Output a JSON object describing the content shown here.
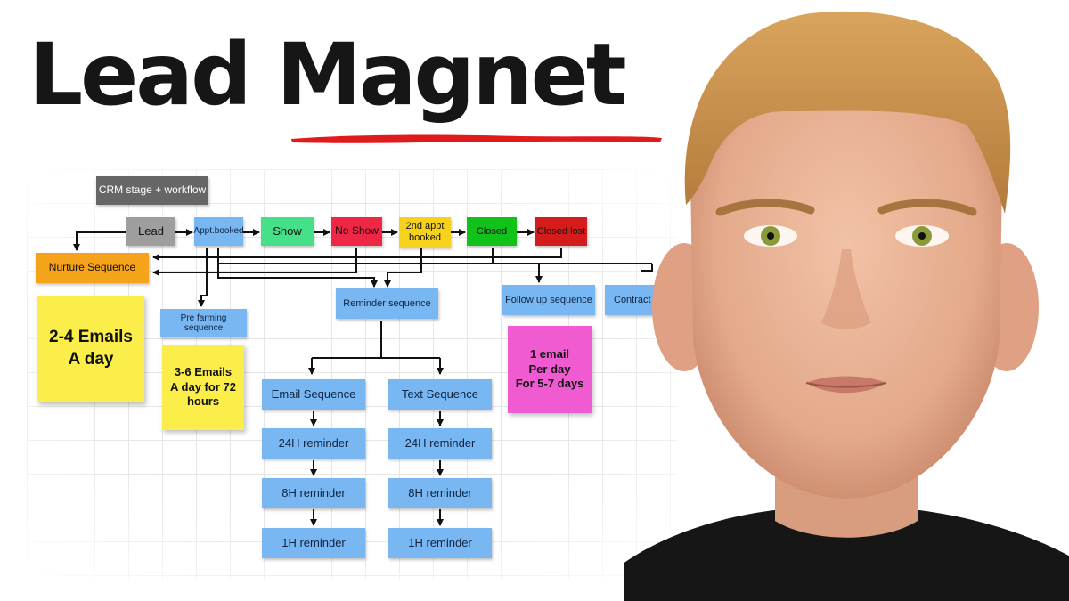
{
  "title": "Lead Magnet",
  "diagram": {
    "header": "CRM stage + workflow",
    "stages": {
      "lead": "Lead",
      "appt_booked": "Appt.booked",
      "show": "Show",
      "no_show": "No Show",
      "second_appt": "2nd appt booked",
      "closed": "Closed",
      "closed_lost": "Closed lost"
    },
    "sequences": {
      "nurture": "Nurture Sequence",
      "pre_farming": "Pre farming sequence",
      "reminder": "Reminder sequence",
      "follow_up": "Follow up sequence",
      "contract": "Contract e"
    },
    "stickies": {
      "nurture_note": "2-4 Emails\nA day",
      "pre_farming_note": "3-6 Emails\nA day for 72\nhours",
      "follow_up_note": "1 email\nPer day\nFor 5-7 days"
    },
    "email_column": [
      "Email Sequence",
      "24H reminder",
      "8H reminder",
      "1H reminder"
    ],
    "text_column": [
      "Text Sequence",
      "24H reminder",
      "8H reminder",
      "1H reminder"
    ]
  },
  "colors": {
    "header": "#666666",
    "lead": "#9e9e9e",
    "appt_booked": "#79b7f2",
    "show": "#47e08a",
    "no_show": "#ef2745",
    "second_appt": "#f7d21c",
    "closed": "#11c21a",
    "closed_lost": "#d41c1c",
    "nurture": "#f5a31a",
    "sticky_yellow": "#fbee4a",
    "sticky_pink": "#f05bd2",
    "underline": "#e01b1b"
  }
}
